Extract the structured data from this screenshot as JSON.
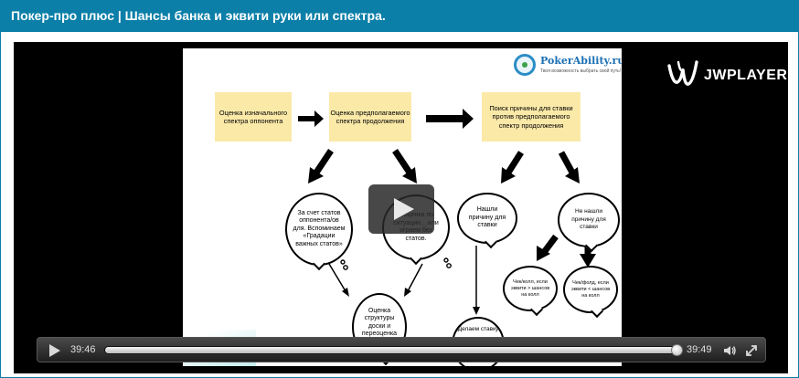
{
  "page": {
    "title": "Покер-про плюс | Шансы банка и эквити руки или спектра."
  },
  "player": {
    "brand": "JWPLAYER",
    "elapsed": "39:46",
    "duration": "39:49",
    "progress_fraction": 0.995
  },
  "slide": {
    "logo": {
      "name": "PokerAbility.ru",
      "tagline": "Твоя возможность выбрать свой путь!"
    },
    "boxes": [
      {
        "text": "Оценка изначального спектра оппонента"
      },
      {
        "text": "Оценка предполагаемого спектра продолжения"
      },
      {
        "text": "Поиск причины для ставки против предполагаемого спектр продолжения"
      }
    ],
    "bubbles": [
      {
        "text": "За счет статов оппонента/ов для. Вспоминаем «Градации важных статов»"
      },
      {
        "text": "...оценка по ситуации... или играем без статов."
      },
      {
        "text": "Нашли причину для ставки"
      },
      {
        "text": "Не нашли причину для ставки"
      },
      {
        "text": "Чек/колл, если эквити > шансов на колл"
      },
      {
        "text": "Чек/фолд, если эквити < шансов на колл"
      },
      {
        "text": "Оценка структуры доски и переоценка статов"
      },
      {
        "text": "Делаем ставку"
      }
    ]
  },
  "colors": {
    "title_bar": "#0b7fa8",
    "box_fill": "#fbe9a8"
  }
}
